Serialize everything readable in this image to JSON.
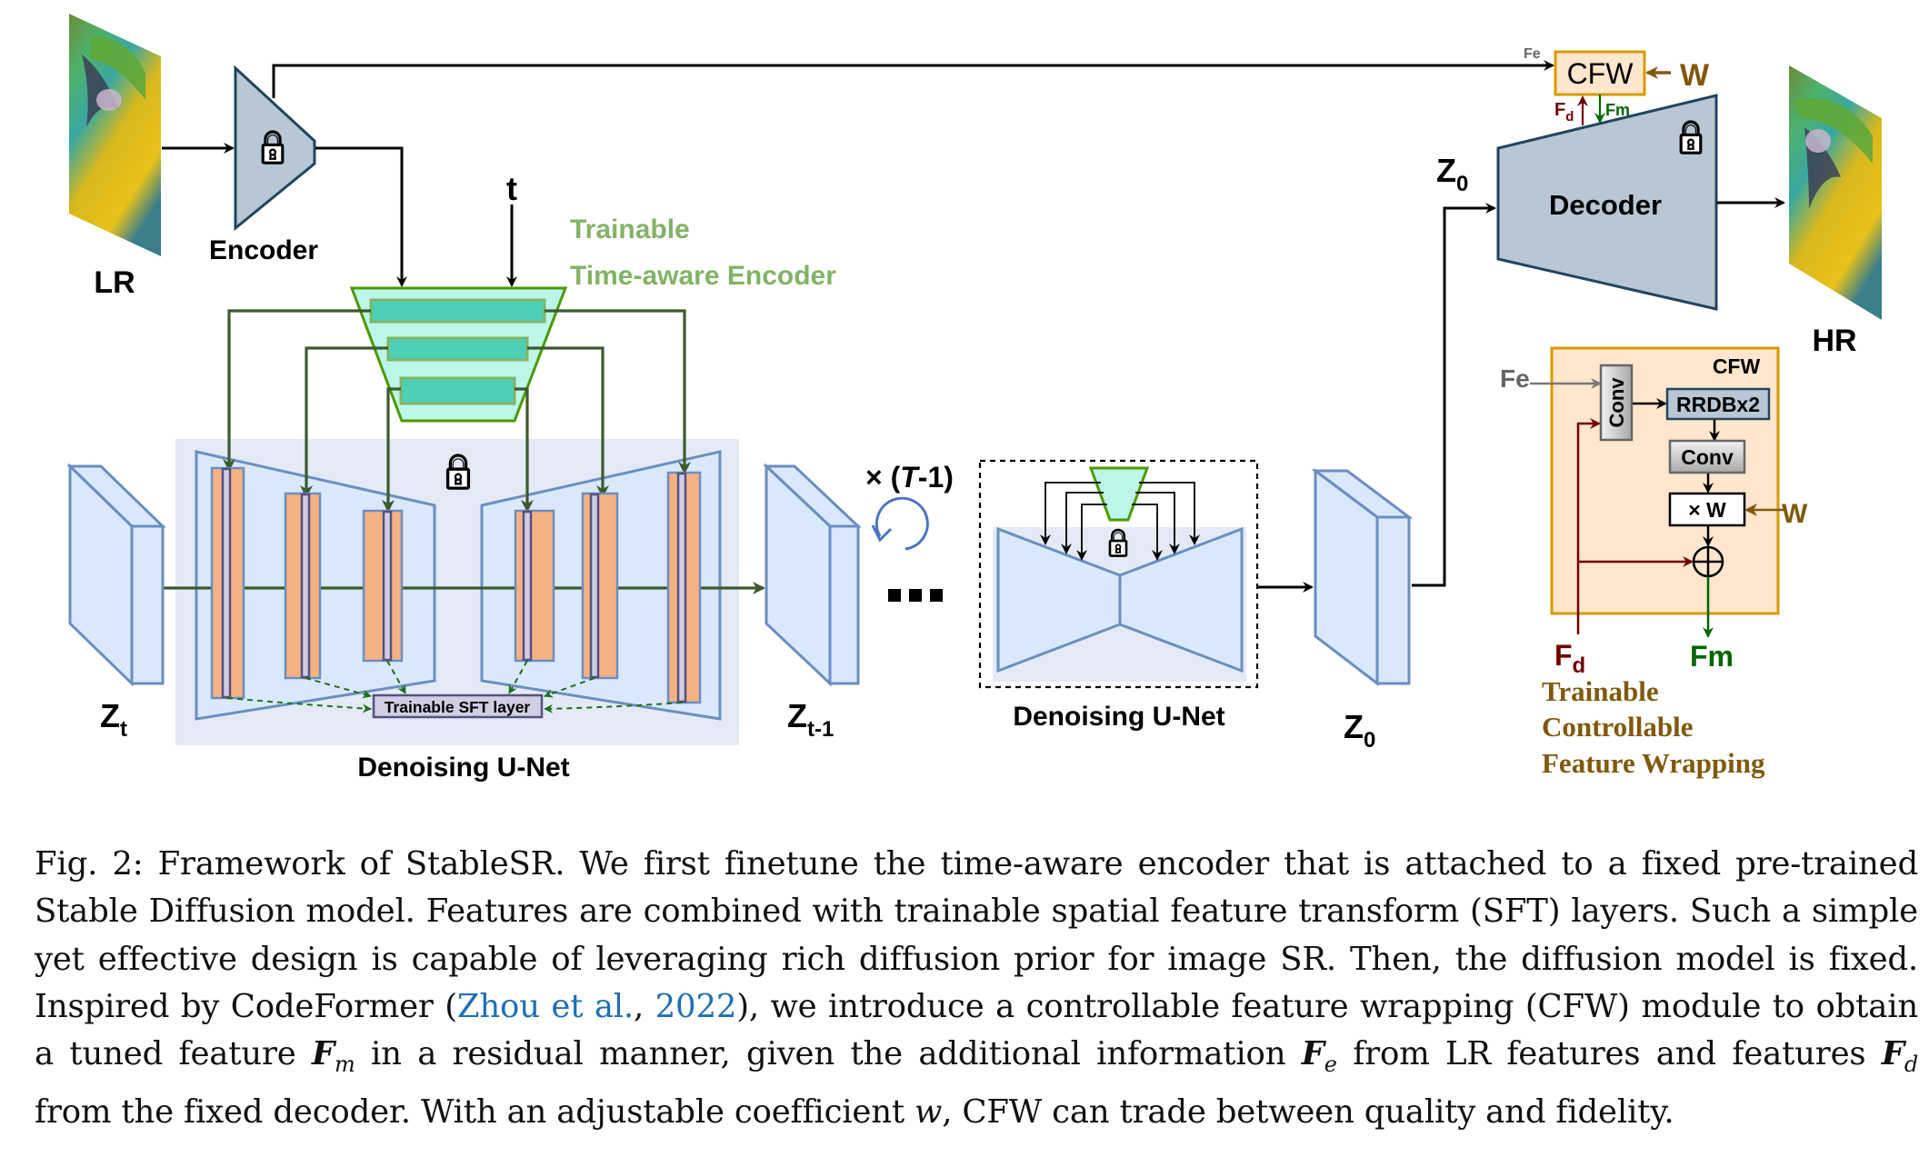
{
  "figure": {
    "labels": {
      "lr": "LR",
      "hr": "HR",
      "encoder": "Encoder",
      "decoder": "Decoder",
      "t": "t",
      "trainable_line1": "Trainable",
      "trainable_line2": "Time-aware Encoder",
      "unet_main": "Denoising U-Net",
      "unet_small": "Denoising U-Net",
      "sft": "Trainable SFT layer",
      "repeat_prefix": "× (",
      "repeat_T": "T",
      "repeat_suffix": "-1)",
      "dots": "…",
      "z_t_main": "Z",
      "z_t_sub": "t",
      "z_t1_main": "Z",
      "z_t1_sub": "t-1",
      "z0_main": "Z",
      "z0_sub": "0",
      "z0_top_main": "Z",
      "z0_top_sub": "0",
      "cfw_small": "CFW",
      "w_small": "W",
      "fe_small": "Fe",
      "fd_small_main": "F",
      "fd_small_sub": "d",
      "fm_small": "Fm"
    },
    "cfw_detail": {
      "title": "CFW",
      "fe": "Fe",
      "conv_vertical": "Conv",
      "rrdb": "RRDBx2",
      "conv": "Conv",
      "times_w": "× W",
      "w": "W",
      "fd_main": "F",
      "fd_sub": "d",
      "fm": "Fm",
      "caption_line1": "Trainable",
      "caption_line2": "Controllable",
      "caption_line3": "Feature Wrapping"
    },
    "colors": {
      "encoder_fill": "#b8c7d3",
      "encoder_stroke": "#23445d",
      "trainable_green": "#82b366",
      "green_stroke": "#4d9900",
      "teal_fill": "#bdf5e8",
      "teal_block": "#4dd0b4",
      "unet_bg": "#e3eaf5",
      "unet_fill": "#dae8fc",
      "unet_stroke": "#6c8ebf",
      "orange_block": "#f5b183",
      "purple_bar": "#d0cee2",
      "purple_stroke": "#56517e",
      "dark_green_line": "#3d5a2e",
      "cfw_fill": "#ffe6cc",
      "cfw_stroke": "#d79b00",
      "brown": "#7f5a0b",
      "dark_red": "#6f0000",
      "fm_green": "#006600",
      "fe_gray": "#666666",
      "citation_blue": "#1f6fb5"
    }
  },
  "caption": {
    "lines": [
      [
        "Fig. 2: Framework of StableSR. We first finetune the time-aware encoder that is attached to a fixed pre-trained"
      ],
      [
        "Stable Diffusion model. Features are combined with trainable spatial feature transform (SFT) layers. Such a simple"
      ],
      [
        "yet effective design is capable of leveraging rich diffusion prior for image SR. Then, the diffusion model is fixed."
      ]
    ],
    "line4_a": "Inspired by CodeFormer (",
    "line4_cite_author": "Zhou et al.",
    "line4_cite_sep": ", ",
    "line4_cite_year": "2022",
    "line4_b": "), we introduce a controllable feature wrapping (CFW) module to obtain",
    "line5_a": "a tuned feature ",
    "line5_fm": "F",
    "line5_fm_sub": "m",
    "line5_b": " in a residual manner, given the additional information ",
    "line5_fe": "F",
    "line5_fe_sub": "e",
    "line5_c": " from LR features and features ",
    "line5_fd": "F",
    "line5_fd_sub": "d",
    "line6_a": "from the fixed decoder. With an adjustable coefficient ",
    "line6_w": "w",
    "line6_b": ", CFW can trade between quality and fidelity."
  }
}
